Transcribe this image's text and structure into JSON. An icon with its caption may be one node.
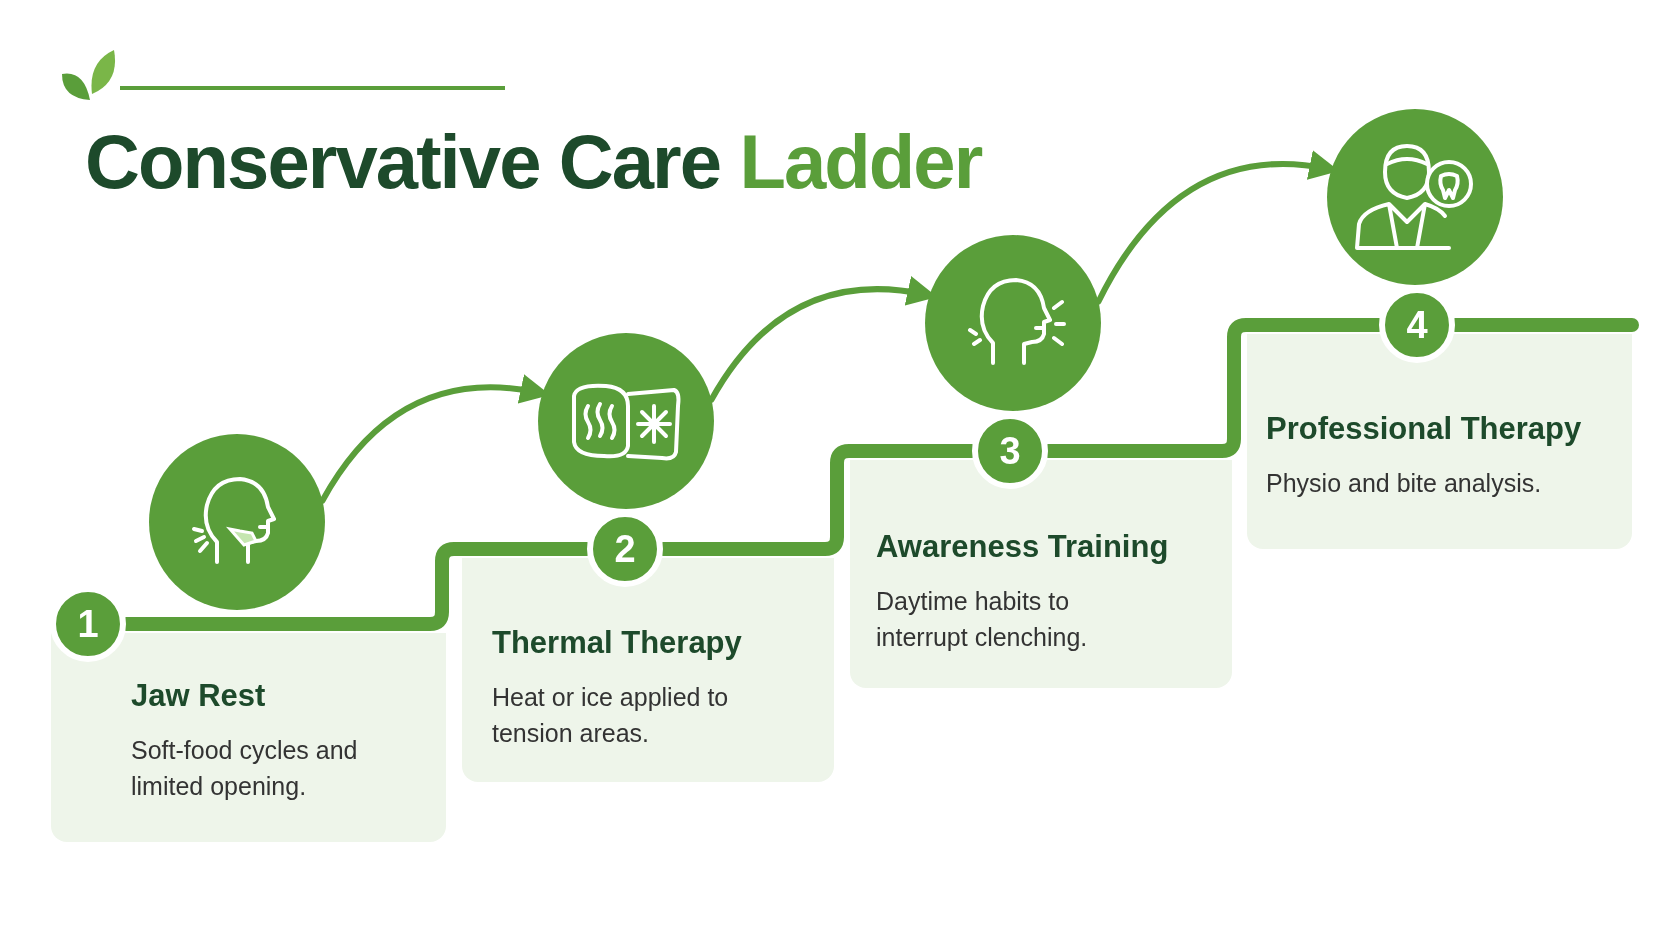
{
  "diagram": {
    "title": "Conservative Care Ladder",
    "nodes": [
      {
        "text": [
          "Jaw Rest",
          "Soft-food cycles and limited opening."
        ]
      },
      {
        "text": [
          "1"
        ]
      },
      {
        "text": [],
        "shape": "circle"
      },
      {
        "text": [
          "Thermal Therapy",
          "Heat or ice applied to tension areas."
        ]
      },
      {
        "text": [
          "2"
        ]
      },
      {
        "text": [],
        "shape": "circle"
      },
      {
        "text": [
          "Awareness Training",
          "Daytime habits to interrupt clenching."
        ]
      },
      {
        "text": [
          "3"
        ]
      },
      {
        "text": [],
        "shape": "circle"
      },
      {
        "text": [
          "Professional Therapy",
          "Physio and bite analysis."
        ]
      },
      {
        "text": [
          "4"
        ]
      },
      {
        "text": [],
        "shape": "circle"
      }
    ],
    "edges": [
      {
        "from": 2,
        "to": 5,
        "arrow": "to"
      },
      {
        "from": 5,
        "to": 8,
        "arrow": "to"
      },
      {
        "from": 8,
        "to": 11,
        "arrow": "to"
      },
      {
        "from": 1,
        "to": 4,
        "arrow": "none"
      },
      {
        "from": 4,
        "to": 7,
        "arrow": "none"
      },
      {
        "from": 7,
        "to": 10,
        "arrow": "none"
      },
      {
        "from": 10,
        "to": 9,
        "arrow": "none"
      }
    ]
  }
}
